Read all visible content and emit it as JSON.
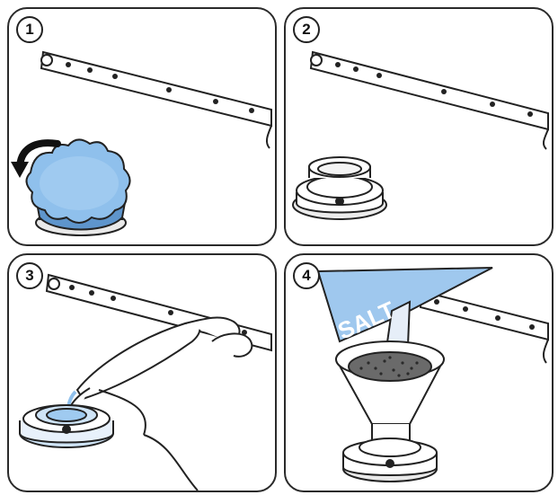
{
  "steps": [
    {
      "number": "1"
    },
    {
      "number": "2"
    },
    {
      "number": "3"
    },
    {
      "number": "4",
      "bag_label": "SALT"
    }
  ],
  "colors": {
    "line": "#222222",
    "cap_fill": "#8fc0ec",
    "cap_shadow": "#5e95cc",
    "salt_bag": "#9fc8ee",
    "water_tint": "#cfe4f7",
    "salt_grains": "#555555"
  }
}
